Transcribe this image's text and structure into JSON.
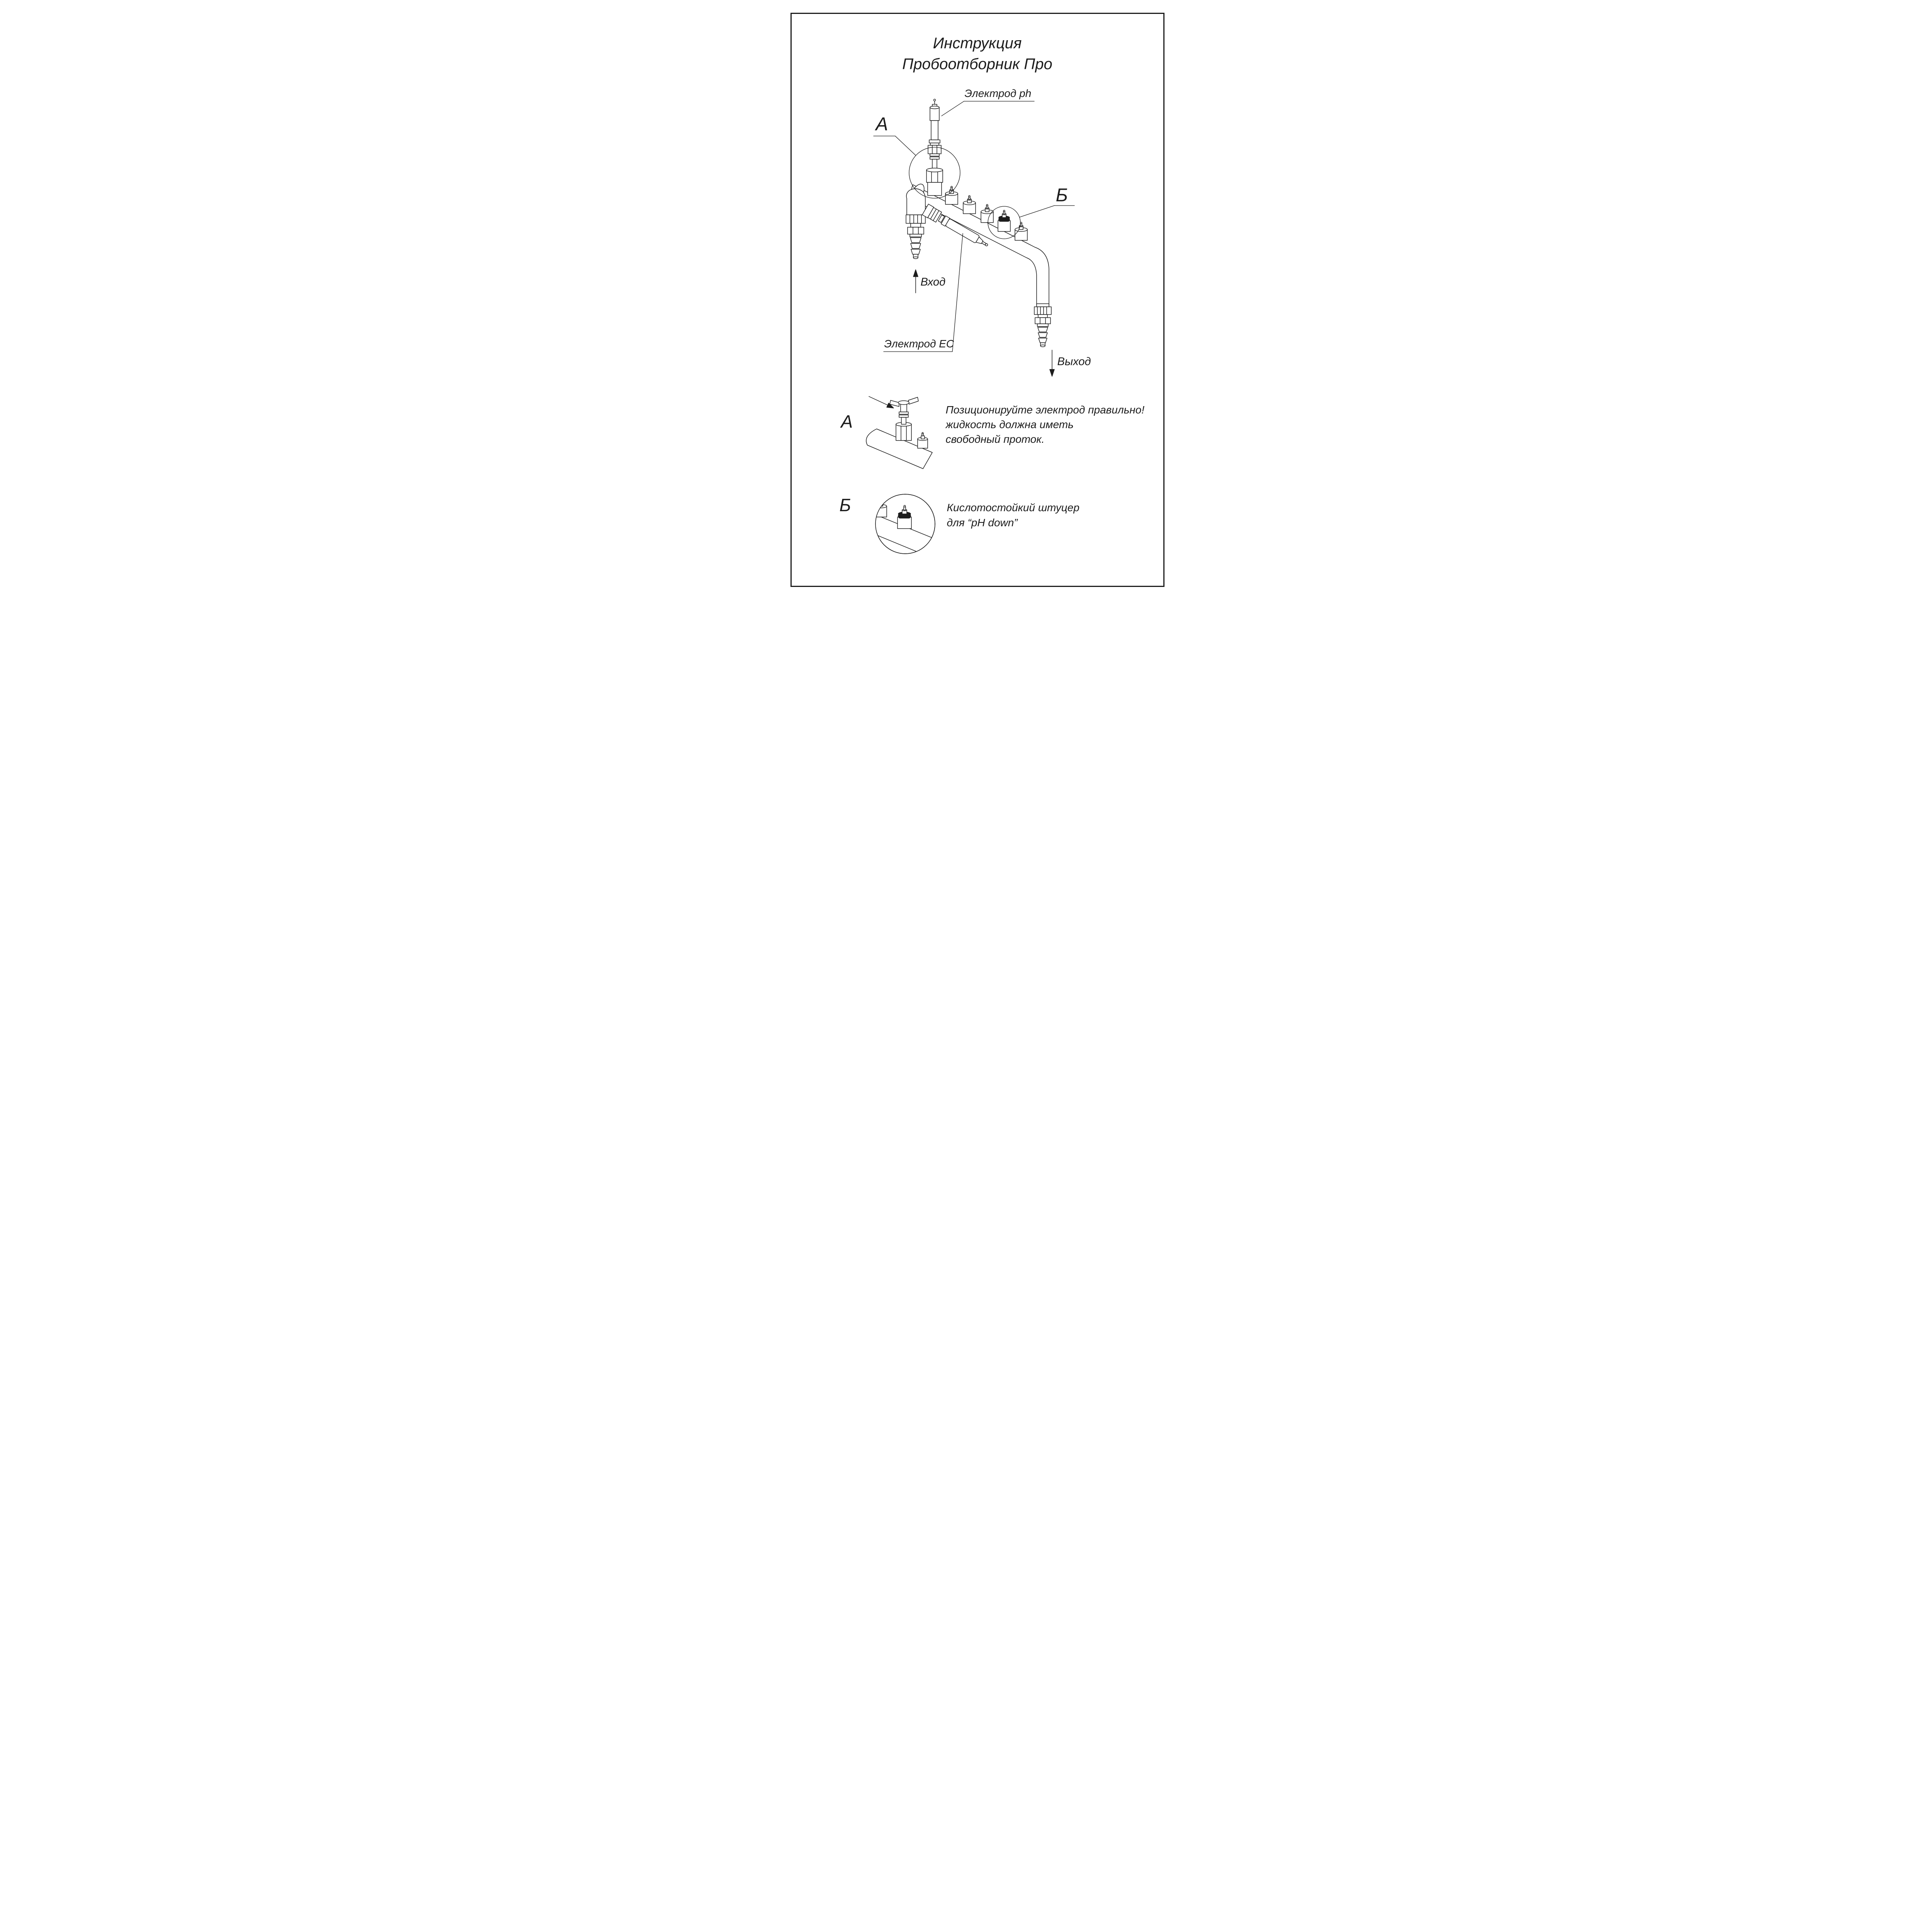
{
  "page": {
    "title_line1": "Инструкция",
    "title_line2": "Пробоотборник Про"
  },
  "labels": {
    "ph_electrode": "Электрод ph",
    "ec_electrode": "Электрод EC",
    "inlet": "Вход",
    "outlet": "Выход",
    "callout_a": "А",
    "callout_b": "Б"
  },
  "details": [
    {
      "letter": "А",
      "lines": [
        "Позиционируйте электрод правильно!",
        "жидкость должна иметь",
        "свободный проток."
      ]
    },
    {
      "letter": "Б",
      "lines": [
        "Кислотостойкий штуцер",
        "для “pH down”"
      ]
    }
  ],
  "icons": {
    "inlet_arrow": "flow-arrow-up",
    "outlet_arrow": "flow-arrow-down",
    "detail_a_pointer": "pointer-arrow"
  },
  "colors": {
    "ink": "#1c1c1c",
    "paper": "#ffffff",
    "seal_ring": "#1c1c1c"
  }
}
